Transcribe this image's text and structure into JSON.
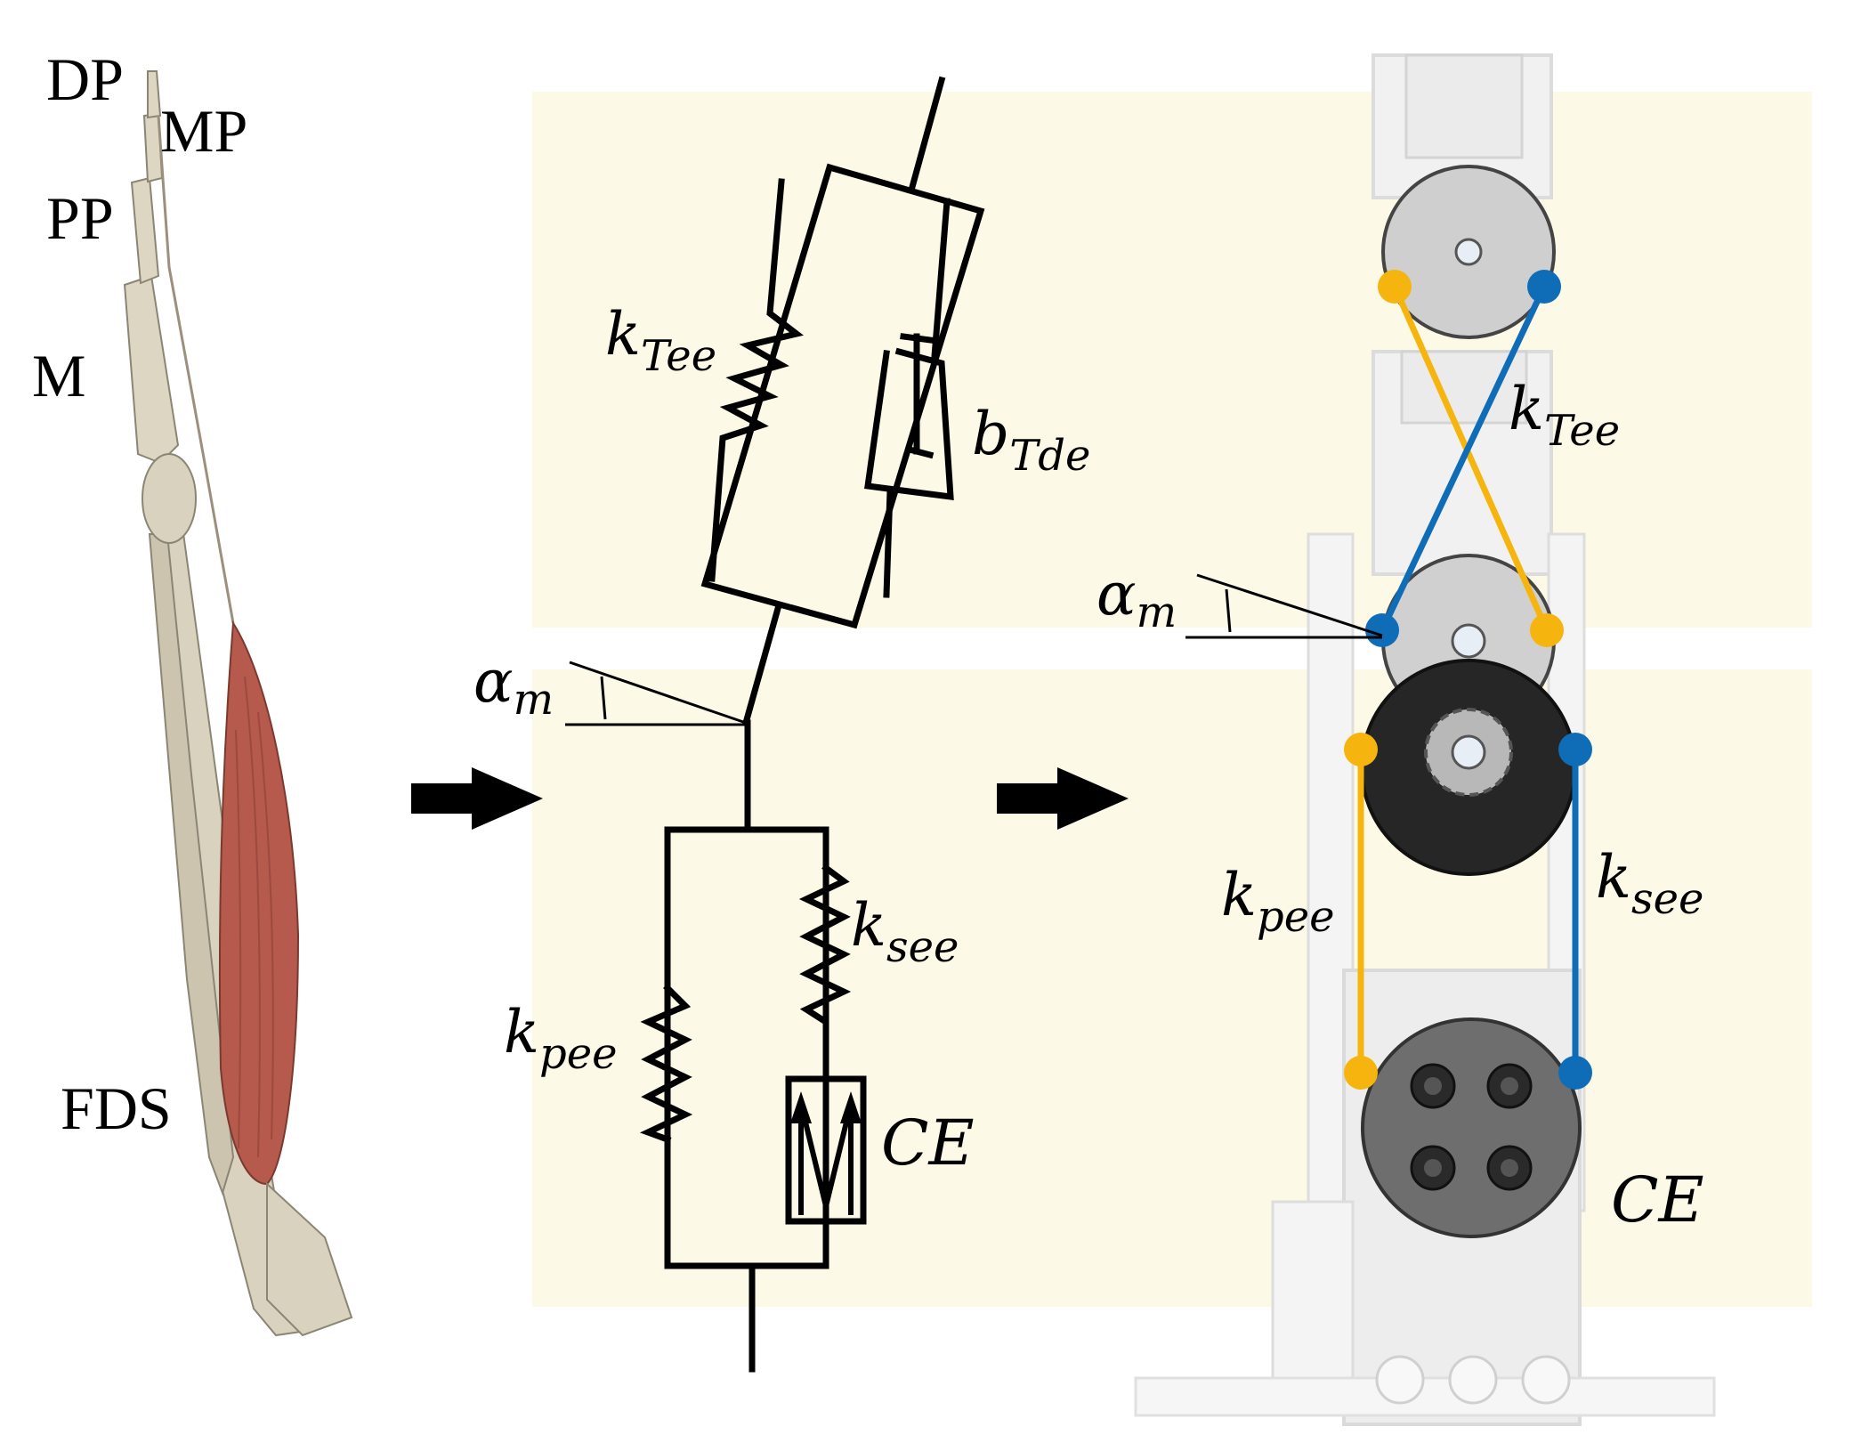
{
  "anatomy": {
    "labels": {
      "distal_phalanx": "DP",
      "middle_phalanx": "MP",
      "proximal_phalanx": "PP",
      "metacarpal": "M",
      "muscle": "FDS"
    }
  },
  "schematic": {
    "tendon_spring": {
      "k": "k",
      "sub": "Tee"
    },
    "tendon_damper": {
      "b": "b",
      "sub": "Tde"
    },
    "angle": {
      "alpha": "α",
      "sub": "m"
    },
    "parallel_spring": {
      "k": "k",
      "sub": "pee"
    },
    "series_spring": {
      "k": "k",
      "sub": "see"
    },
    "contractile": "CE"
  },
  "robot": {
    "tendon_spring": {
      "k": "k",
      "sub": "Tee"
    },
    "angle": {
      "alpha": "α",
      "sub": "m"
    },
    "parallel_spring": {
      "k": "k",
      "sub": "pee"
    },
    "series_spring": {
      "k": "k",
      "sub": "see"
    },
    "contractile": "CE"
  },
  "colors": {
    "background_panel": "#fdf9e7",
    "yellow_cable": "#f5b50e",
    "blue_cable": "#0f6db7",
    "muscle": "#b55a4c",
    "bone": "#d9d2bf"
  }
}
